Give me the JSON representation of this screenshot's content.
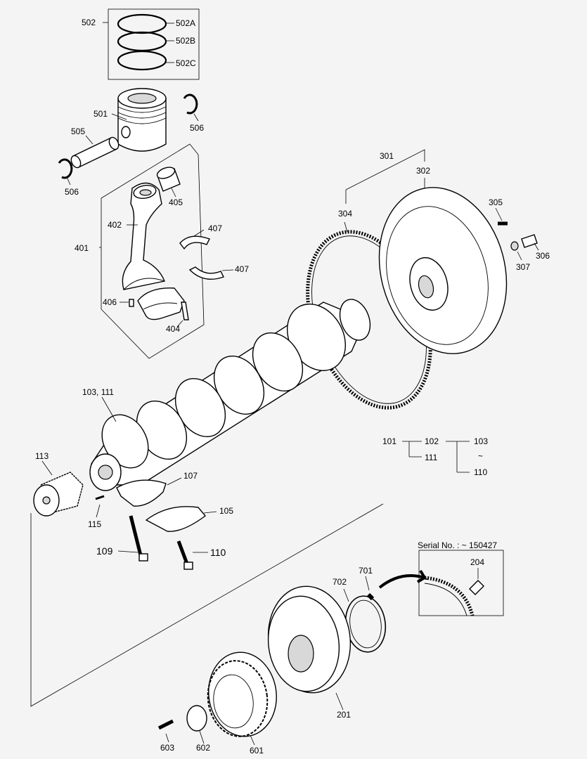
{
  "labels": {
    "l502": "502",
    "l502A": "502A",
    "l502B": "502B",
    "l502C": "502C",
    "l501": "501",
    "l505": "505",
    "l506a": "506",
    "l506b": "506",
    "l405": "405",
    "l402": "402",
    "l407a": "407",
    "l407b": "407",
    "l401": "401",
    "l406": "406",
    "l404": "404",
    "l301": "301",
    "l302": "302",
    "l304": "304",
    "l305": "305",
    "l306": "306",
    "l307": "307",
    "l103_111": "103, 111",
    "l113": "113",
    "l107": "107",
    "l115": "115",
    "l105": "105",
    "l109": "109",
    "l110": "110",
    "t101": "101",
    "t102": "102",
    "t103": "103",
    "t111": "111",
    "t110": "110",
    "t_tilde": "~",
    "serial": "Serial No. : ~ 150427",
    "l204": "204",
    "l701": "701",
    "l702": "702",
    "l201": "201",
    "l603": "603",
    "l602": "602",
    "l601": "601"
  }
}
